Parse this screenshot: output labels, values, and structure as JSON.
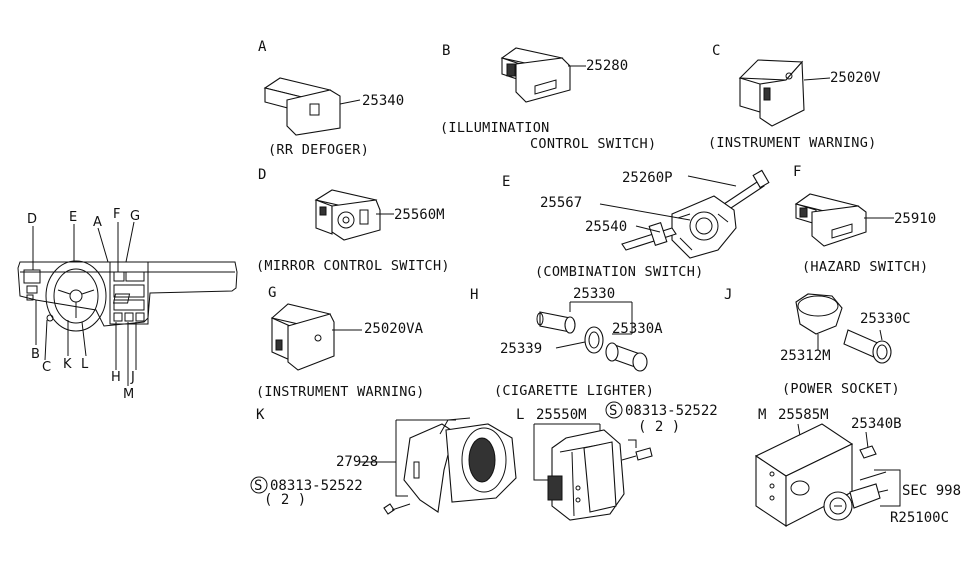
{
  "dash_keys": [
    "D",
    "E",
    "A",
    "F",
    "G",
    "B",
    "C",
    "K",
    "L",
    "H",
    "J",
    "M"
  ],
  "sections": {
    "A": {
      "letter": "A",
      "part": "25340",
      "caption": "(RR DEFOGER)"
    },
    "B": {
      "letter": "B",
      "part": "25280",
      "caption_1": "(ILLUMINATION",
      "caption_2": "CONTROL SWITCH)"
    },
    "C": {
      "letter": "C",
      "part": "25020V",
      "caption": "(INSTRUMENT WARNING)"
    },
    "D": {
      "letter": "D",
      "part": "25560M",
      "caption": "(MIRROR CONTROL SWITCH)"
    },
    "E": {
      "letter": "E",
      "parts": [
        "25260P",
        "25567",
        "25540"
      ],
      "caption": "(COMBINATION SWITCH)"
    },
    "F": {
      "letter": "F",
      "part": "25910",
      "caption": "(HAZARD SWITCH)"
    },
    "G": {
      "letter": "G",
      "part": "25020VA",
      "caption": "(INSTRUMENT WARNING)"
    },
    "H": {
      "letter": "H",
      "parts": [
        "25330",
        "25330A",
        "25339"
      ],
      "caption": "(CIGARETTE LIGHTER)"
    },
    "J": {
      "letter": "J",
      "parts": [
        "25330C",
        "25312M"
      ],
      "caption": "(POWER SOCKET)"
    },
    "K": {
      "letter": "K",
      "part": "27928",
      "screw": "08313-52522",
      "qty": "( 2 )"
    },
    "L": {
      "letter": "L",
      "part": "25550M",
      "screw": "08313-52522",
      "qty": "( 2 )"
    },
    "M": {
      "letter": "M",
      "parts": [
        "25585M",
        "25340B"
      ],
      "ref": "SEC 998"
    }
  },
  "screw_symbol": "S",
  "diagram_code": "R25100C",
  "colors": {
    "ink": "#111111",
    "paper": "#ffffff"
  }
}
